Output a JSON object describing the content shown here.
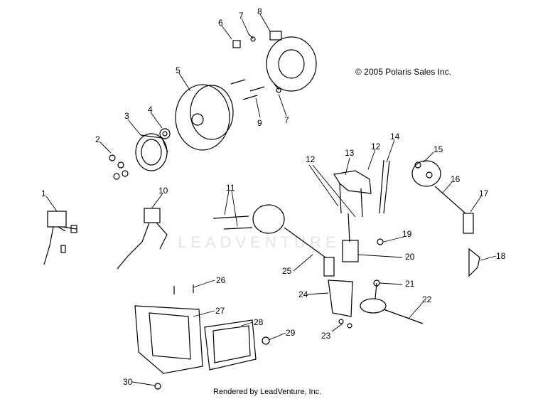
{
  "diagram": {
    "copyright": "© 2005 Polaris Sales Inc.",
    "rendered_by": "Rendered by LeadVenture, Inc.",
    "watermark": "LEADVENTURE",
    "callouts": [
      "1",
      "2",
      "3",
      "4",
      "5",
      "6",
      "7",
      "7",
      "8",
      "9",
      "10",
      "11",
      "12",
      "12",
      "13",
      "14",
      "15",
      "16",
      "17",
      "18",
      "19",
      "20",
      "21",
      "22",
      "23",
      "24",
      "25",
      "26",
      "27",
      "28",
      "29",
      "30"
    ]
  }
}
